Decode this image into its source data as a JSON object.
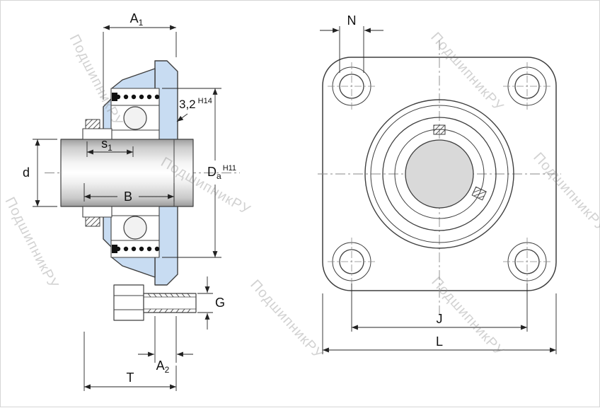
{
  "colors": {
    "housing": "#c8dcf2",
    "bore": "#d9d9d9",
    "line": "#3f3f3f",
    "dim": "#262626",
    "watermark": "rgba(125,125,125,0.35)"
  },
  "watermark": {
    "text": "ПодшипникРУ"
  },
  "section_view": {
    "labels": {
      "a1": {
        "base": "A",
        "sub": "1"
      },
      "roughness": {
        "value": "3,2",
        "tol": "H14"
      },
      "s1": {
        "base": "s",
        "sub": "1"
      },
      "d": "d",
      "b": "B",
      "da": {
        "base": "D",
        "sub": "a",
        "tol": "H11"
      },
      "g": "G",
      "a2": {
        "base": "A",
        "sub": "2"
      },
      "t": "T"
    }
  },
  "front_view": {
    "labels": {
      "n": "N",
      "j": "J",
      "l": "L"
    }
  }
}
